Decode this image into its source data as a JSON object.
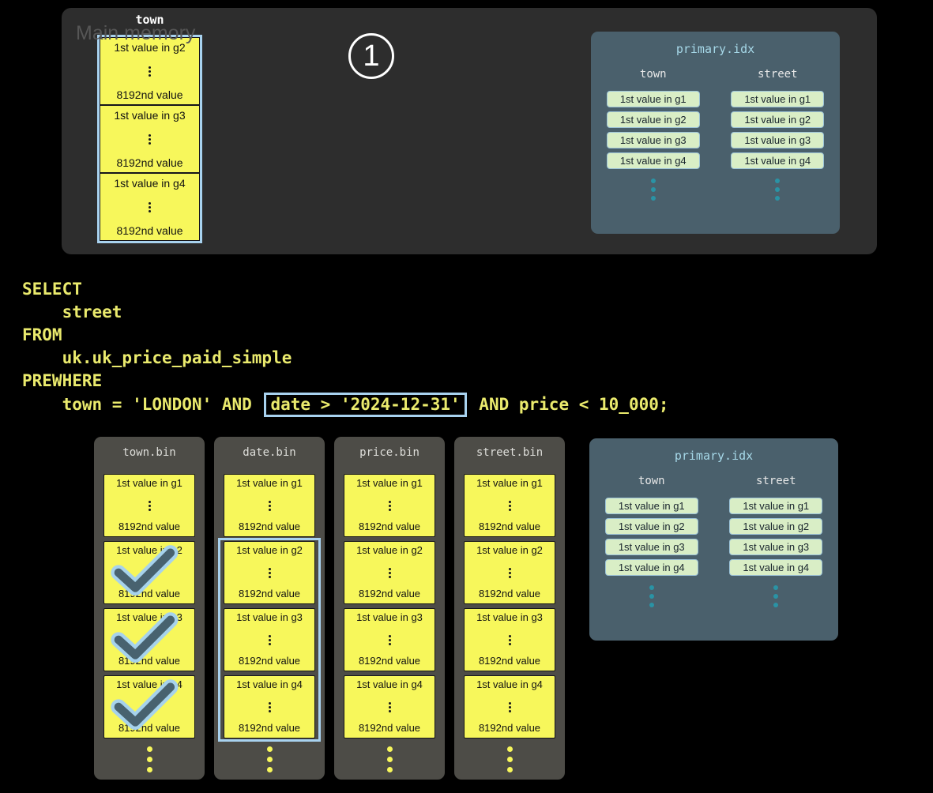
{
  "step_badge": "1",
  "colors": {
    "background": "#000000",
    "memory_panel": "#2d2d2d",
    "granule_yellow": "#f7f75b",
    "bin_panel_gray": "#4d4c47",
    "index_panel_slate": "#4a606c",
    "index_cell_green": "#d9eec6",
    "accent_blue": "#a8d2ef",
    "check_dark": "#48626f",
    "teal_dot": "#2a93a5",
    "sql_yellow": "#eaea6d",
    "muted_label_gray": "#565656"
  },
  "main_memory": {
    "label": "Main memory",
    "column_header": "town",
    "blocks": [
      {
        "top": "1st value in g2",
        "bottom": "8192nd value"
      },
      {
        "top": "1st value in g3",
        "bottom": "8192nd value"
      },
      {
        "top": "1st value in g4",
        "bottom": "8192nd value"
      }
    ]
  },
  "sql": {
    "lines": [
      "SELECT",
      "    street",
      "FROM",
      "    uk.uk_price_paid_simple",
      "PREWHERE"
    ],
    "condition_line": {
      "before": "    town = 'LONDON' AND ",
      "highlighted": "date > '2024-12-31'",
      "after": " AND price < 10_000;"
    }
  },
  "bin_files": [
    {
      "name": "town.bin",
      "blocks": [
        {
          "top": "1st value in g1",
          "bottom": "8192nd value",
          "checked": false
        },
        {
          "top": "1st value in g2",
          "bottom": "8192nd value",
          "checked": true
        },
        {
          "top": "1st value in g3",
          "bottom": "8192nd value",
          "checked": true
        },
        {
          "top": "1st value in g4",
          "bottom": "8192nd value",
          "checked": true
        }
      ]
    },
    {
      "name": "date.bin",
      "selected_range": {
        "from": "g2",
        "to": "g4"
      },
      "blocks": [
        {
          "top": "1st value in g1",
          "bottom": "8192nd value",
          "checked": false
        },
        {
          "top": "1st value in g2",
          "bottom": "8192nd value",
          "checked": false
        },
        {
          "top": "1st value in g3",
          "bottom": "8192nd value",
          "checked": false
        },
        {
          "top": "1st value in g4",
          "bottom": "8192nd value",
          "checked": false
        }
      ]
    },
    {
      "name": "price.bin",
      "blocks": [
        {
          "top": "1st value in g1",
          "bottom": "8192nd value",
          "checked": false
        },
        {
          "top": "1st value in g2",
          "bottom": "8192nd value",
          "checked": false
        },
        {
          "top": "1st value in g3",
          "bottom": "8192nd value",
          "checked": false
        },
        {
          "top": "1st value in g4",
          "bottom": "8192nd value",
          "checked": false
        }
      ]
    },
    {
      "name": "street.bin",
      "blocks": [
        {
          "top": "1st value in g1",
          "bottom": "8192nd value",
          "checked": false
        },
        {
          "top": "1st value in g2",
          "bottom": "8192nd value",
          "checked": false
        },
        {
          "top": "1st value in g3",
          "bottom": "8192nd value",
          "checked": false
        },
        {
          "top": "1st value in g4",
          "bottom": "8192nd value",
          "checked": false
        }
      ]
    }
  ],
  "primary_index": {
    "title": "primary.idx",
    "columns": [
      {
        "header": "town",
        "cells": [
          "1st value in g1",
          "1st value in g2",
          "1st value in g3",
          "1st value in g4"
        ]
      },
      {
        "header": "street",
        "cells": [
          "1st value in g1",
          "1st value in g2",
          "1st value in g3",
          "1st value in g4"
        ]
      }
    ]
  }
}
